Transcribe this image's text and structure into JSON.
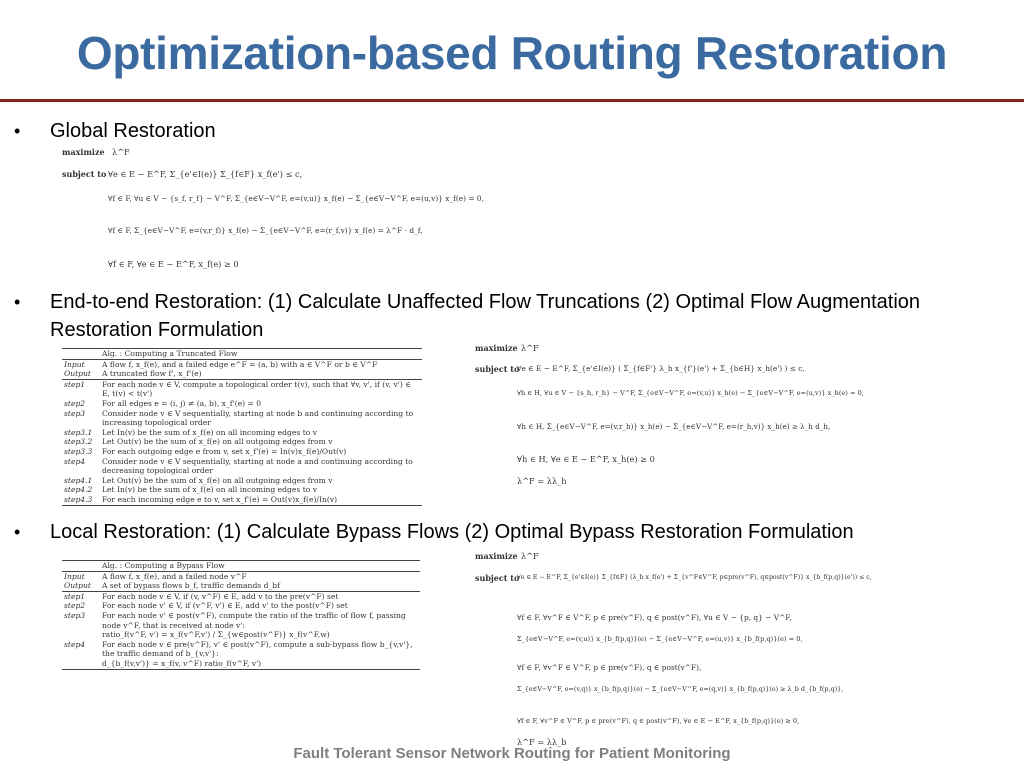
{
  "slide": {
    "title": "Optimization-based Routing Restoration",
    "footer": "Fault Tolerant Sensor Network Routing for Patient Monitoring",
    "bullet_glyph": "•",
    "bullets": [
      {
        "text": "Global Restoration"
      },
      {
        "text": "End-to-end Restoration: (1) Calculate Unaffected Flow Truncations (2) Optimal Flow Augmentation Restoration Formulation"
      },
      {
        "text": "Local Restoration: (1) Calculate Bypass Flows (2) Optimal Bypass Restoration Formulation"
      }
    ]
  },
  "formula_global": {
    "maximize": "maximize",
    "objective": "λ^F",
    "subject_to": "subject to",
    "lines": [
      "∀e ∈ E − E^F,  Σ_{e'∈I(e)} Σ_{f∈F} x_f(e') ≤ c,",
      "∀f ∈ F, ∀u ∈ V − {s_f, r_f} − V^F,  Σ_{e∈V−V^F, e=(v,u)} x_f(e) − Σ_{e∈V−V^F, e=(u,v)} x_f(e) = 0,",
      "∀f ∈ F,  Σ_{e∈V−V^F, e=(v,r_f)} x_f(e) − Σ_{e∈V−V^F, e=(r_f,v)} x_f(e) = λ^F · d_f,",
      "∀f ∈ F, ∀e ∈ E − E^F, x_f(e) ≥ 0"
    ]
  },
  "alg_truncated": {
    "title": "Alg. : Computing a Truncated Flow",
    "rows": [
      [
        "Input",
        "A flow f, x_f(e), and a failed edge e^F = (a, b) with a ∈ V^F or b ∈ V^F"
      ],
      [
        "Output",
        "A truncated flow f', x_f'(e)"
      ],
      [
        "step1",
        "For each node v ∈ V, compute a topological order t(v), such that ∀v, v', if (v, v') ∈ E, t(v) < t(v')"
      ],
      [
        "step2",
        "For all edges e = (i, j) ≠ (a, b), x_f'(e) = 0"
      ],
      [
        "step3",
        "Consider node v ∈ V sequentially, starting at node b and continuing according to increasing topological order"
      ],
      [
        "step3.1",
        "Let In(v) be the sum of x_f(e) on all incoming edges to v"
      ],
      [
        "step3.2",
        "Let Out(v) be the sum of x_f(e) on all outgoing edges from v"
      ],
      [
        "step3.3",
        "For each outgoing edge e from v, set x_f'(e) = In(v)x_f(e)/Out(v)"
      ],
      [
        "step4",
        "Consider node v ∈ V sequentially, starting at node a and continuing according to decreasing topological order"
      ],
      [
        "step4.1",
        "Let Out(v) be the sum of x_f(e) on all outgoing edges from v"
      ],
      [
        "step4.2",
        "Let In(v) be the sum of x_f(e) on all incoming edges to v"
      ],
      [
        "step4.3",
        "For each incoming edge e to v, set x_f'(e) = Out(v)x_f(e)/In(v)"
      ]
    ]
  },
  "formula_e2e": {
    "maximize": "maximize",
    "objective": "λ^F",
    "subject_to": "subject to",
    "lines": [
      "∀e ∈ E − E^F,  Σ_{e'∈I(e)} ( Σ_{f∈F'} λ_h x_{f'}(e') + Σ_{h∈H} x_h(e') ) ≤ c,",
      "∀h ∈ H, ∀u ∈ V − {s_h, r_h} − V^F,  Σ_{e∈V−V^F, e=(v,u)} x_h(e) − Σ_{e∈V−V^F, e=(u,v)} x_h(e) = 0,",
      "∀h ∈ H,  Σ_{e∈V−V^F, e=(v,r_h)} x_h(e) − Σ_{e∈V−V^F, e=(r_h,v)} x_h(e) ≥ λ_h d_h,",
      "∀h ∈ H, ∀e ∈ E − E^F, x_h(e) ≥ 0",
      "λ^F = λλ_h"
    ]
  },
  "alg_bypass": {
    "title": "Alg. : Computing a Bypass Flow",
    "rows": [
      [
        "Input",
        "A flow f, x_f(e), and a failed node v^F"
      ],
      [
        "Output",
        "A set of bypass flows b_f, traffic demands d_bf"
      ],
      [
        "step1",
        "For each node v ∈ V, if (v, v^F) ∈ E, add v to the pre(v^F) set"
      ],
      [
        "step2",
        "For each node v' ∈ V, if (v^F, v') ∈ E, add v' to the post(v^F) set"
      ],
      [
        "step3",
        "For each node v' ∈ post(v^F), compute the ratio of the traffic of flow f, passing node v^F, that is received at node v':"
      ],
      [
        "",
        "ratio_f(v^F, v') = x_f(v^F,v') / Σ_{w∈post(v^F)} x_f(v^F,w)"
      ],
      [
        "step4",
        "For each node v ∈ pre(v^F), v' ∈ post(v^F), compute a sub-bypass flow b_{v,v'}, the traffic demand of b_{v,v'}:"
      ],
      [
        "",
        "d_{b_f(v,v')} = x_f(v, v^F) ratio_f(v^F, v')"
      ]
    ]
  },
  "formula_local": {
    "maximize": "maximize",
    "objective": "λ^F",
    "subject_to": "subject to",
    "lines": [
      "∀e ∈ E − E^F,  Σ_{e'∈I(e)} Σ_{f∈F} (λ_b x_f(e') + Σ_{v^F∈V^F, p∈pre(v^F), q∈post(v^F)} x_{b_f(p,q)}(e')) ≤ c,",
      "∀f ∈ F, ∀v^F ∈ V^F, p ∈ pre(v^F), q ∈ post(v^F), ∀u ∈ V − {p, q} − V^F,",
      "Σ_{e∈V−V^F, e=(v,u)} x_{b_f(p,q)}(e) − Σ_{e∈V−V^F, e=(u,v)} x_{b_f(p,q)}(e) = 0,",
      "∀f ∈ F, ∀v^F ∈ V^F, p ∈ pre(v^F), q ∈ post(v^F),",
      "Σ_{e∈V−V^F, e=(v,q)} x_{b_f(p,q)}(e) − Σ_{e∈V−V^F, e=(q,v)} x_{b_f(p,q)}(e) ≥ λ_b d_{b_f(p,q)},",
      "∀f ∈ F, ∀v^F ∈ V^F, p ∈ pre(v^F), q ∈ post(v^F), ∀e ∈ E − E^F, x_{b_f(p,q)}(e) ≥ 0,",
      "λ^F = λλ_b"
    ]
  }
}
